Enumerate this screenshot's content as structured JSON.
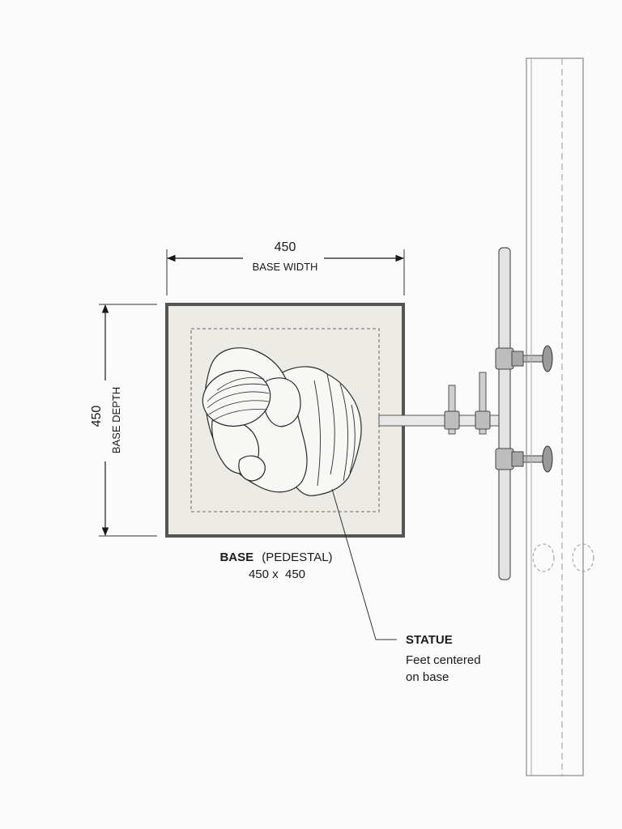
{
  "dimensions": {
    "width": {
      "value": "450",
      "label": "BASE WIDTH"
    },
    "depth": {
      "value": "450",
      "label": "BASE DEPTH"
    }
  },
  "base": {
    "label_bold": "BASE",
    "label_rest": "(PEDESTAL)",
    "size": "450 x  450"
  },
  "statue": {
    "title": "STATUE",
    "note_line1": "Feet centered",
    "note_line2": "on base"
  },
  "colors": {
    "line": "#2a2a2a",
    "base_fill": "#ecebe6",
    "base_border": "#555555",
    "hardware": "#8c8c8c",
    "background": "#fbfbfb"
  }
}
